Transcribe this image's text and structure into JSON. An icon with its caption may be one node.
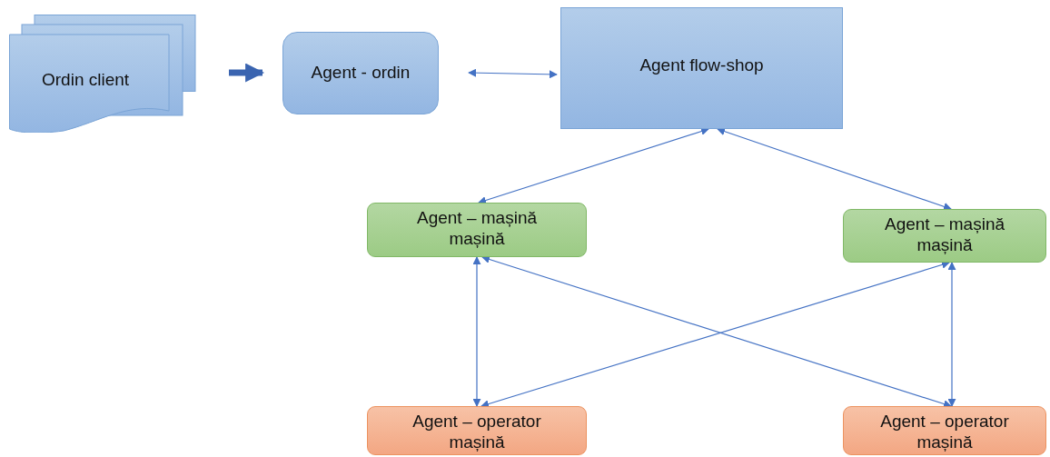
{
  "diagram": {
    "nodes": [
      {
        "text": [
          "Ordin client"
        ]
      },
      {
        "text": [
          "Agent - ordin"
        ]
      },
      {
        "text": [
          "Agent flow-shop"
        ]
      },
      {
        "text": [
          "Agent – mașină mașină"
        ]
      },
      {
        "text": [
          "Agent – mașină mașină"
        ]
      },
      {
        "text": [
          "Agent – operator mașină"
        ]
      },
      {
        "text": [
          "Agent – operator mașină"
        ]
      }
    ],
    "edges": [
      {
        "from": 0,
        "to": 1,
        "arrow": "to",
        "style": "thick"
      },
      {
        "from": 1,
        "to": 2,
        "arrow": "both"
      },
      {
        "from": 2,
        "to": 3,
        "arrow": "both"
      },
      {
        "from": 2,
        "to": 4,
        "arrow": "both"
      },
      {
        "from": 3,
        "to": 5,
        "arrow": "both"
      },
      {
        "from": 3,
        "to": 6,
        "arrow": "both"
      },
      {
        "from": 4,
        "to": 5,
        "arrow": "both"
      },
      {
        "from": 4,
        "to": 6,
        "arrow": "both"
      }
    ]
  }
}
